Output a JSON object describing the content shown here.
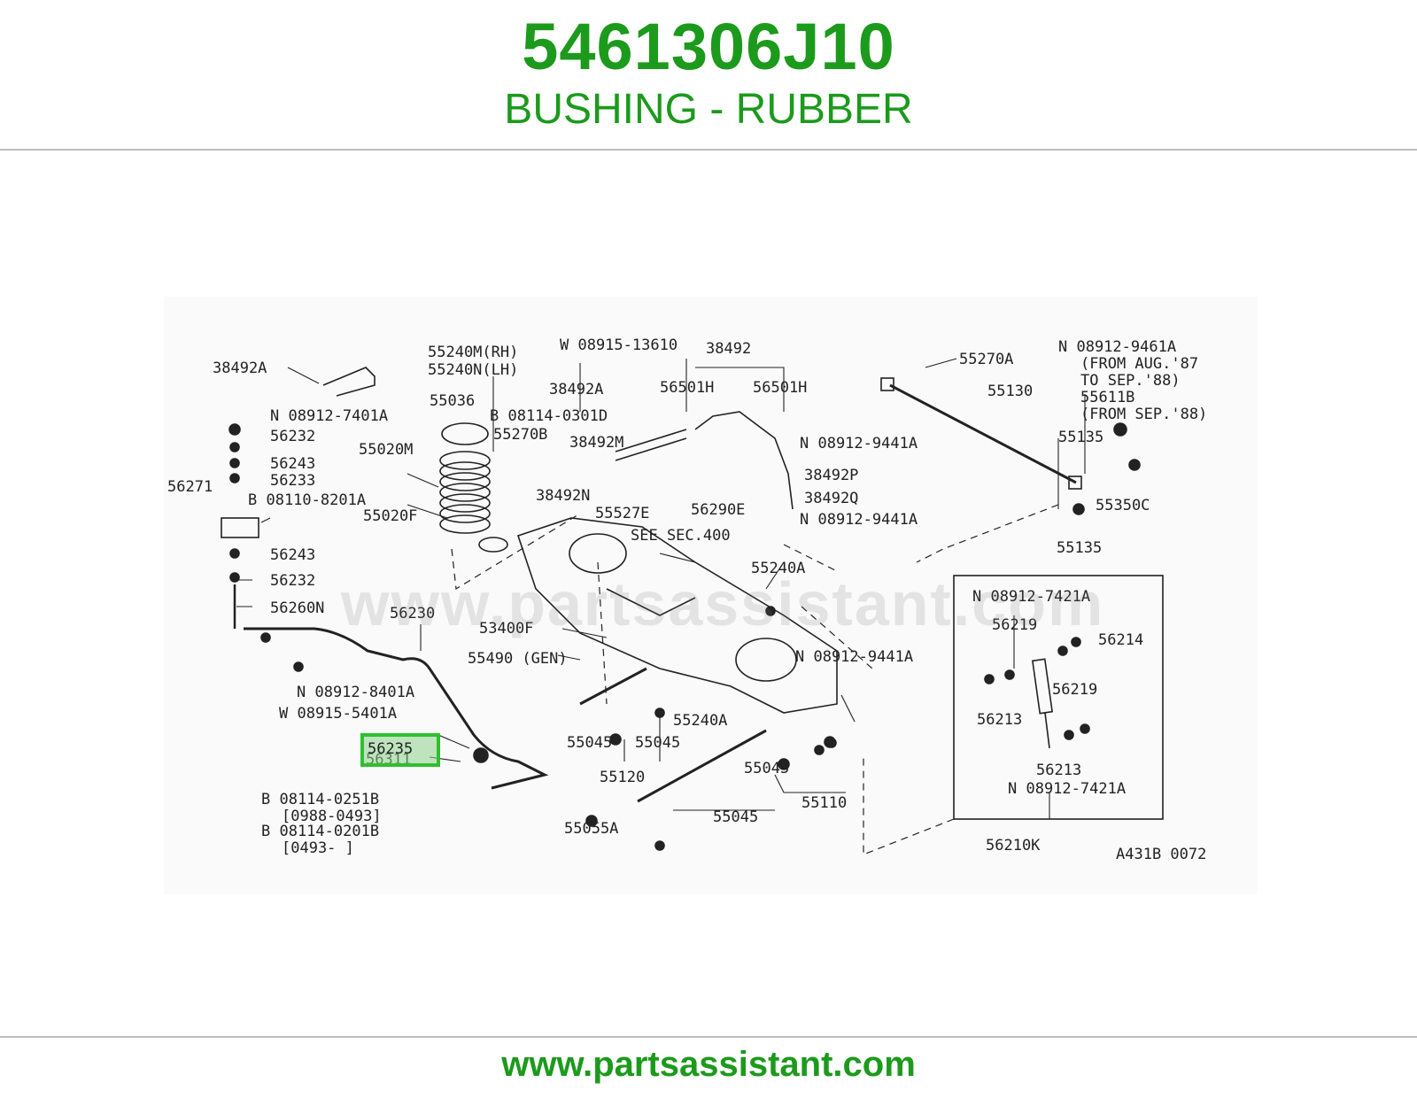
{
  "header": {
    "part_number": "5461306J10",
    "part_name": "BUSHING - RUBBER"
  },
  "footer": {
    "url": "www.partsassistant.com"
  },
  "watermark": "www.partsassistant.com",
  "colors": {
    "brand_green": "#1c9a1c",
    "highlight": "#2fbf2f"
  },
  "diagram": {
    "highlighted_part": "56235",
    "drawing_code": "A431B 0072",
    "labels": {
      "l1": "38492A",
      "l2": "55240M(RH)",
      "l3": "55240N(LH)",
      "l4": "W 08915-13610",
      "l5": "38492",
      "l6": "55270A",
      "l7": "N 08912-9461A",
      "l8": "(FROM AUG.'87",
      "l9": "TO SEP.'88)",
      "l10": "55611B",
      "l11": "(FROM SEP.'88)",
      "l12": "38492A",
      "l13": "56501H",
      "l14": "56501H",
      "l15": "55130",
      "l16": "N 08912-7401A",
      "l17": "55036",
      "l18": "B 08114-0301D",
      "l19": "56232",
      "l20": "55270B",
      "l21": "38492M",
      "l22": "N 08912-9441A",
      "l23": "55135",
      "l24": "56243",
      "l25": "55020M",
      "l26": "56233",
      "l27": "38492P",
      "l28": "55350C",
      "l29": "56271",
      "l30": "B 08110-8201A",
      "l31": "38492N",
      "l32": "38492Q",
      "l33": "55020F",
      "l34": "55527E",
      "l35": "56290E",
      "l36": "N 08912-9441A",
      "l37": "SEE SEC.400",
      "l38": "55135",
      "l39": "56243",
      "l40": "55240A",
      "l41": "56232",
      "l42": "N 08912-7421A",
      "l43": "56260N",
      "l44": "56230",
      "l45": "56219",
      "l46": "56214",
      "l47": "53400F",
      "l48": "55490 (GEN)",
      "l49": "N 08912-9441A",
      "l50": "56219",
      "l51": "N 08912-8401A",
      "l52": "W 08915-5401A",
      "l53": "55240A",
      "l54": "56213",
      "l55": "55045",
      "l56": "55045",
      "l57": "56311",
      "l58": "55045",
      "l59": "56213",
      "l60": "55120",
      "l61": "N 08912-7421A",
      "l62": "B 08114-0251B",
      "l63": "[0988-0493]",
      "l64": "55110",
      "l65": "B 08114-0201B",
      "l66": "[0493-     ]",
      "l67": "55055A",
      "l68": "55045",
      "l69": "56210K"
    }
  }
}
